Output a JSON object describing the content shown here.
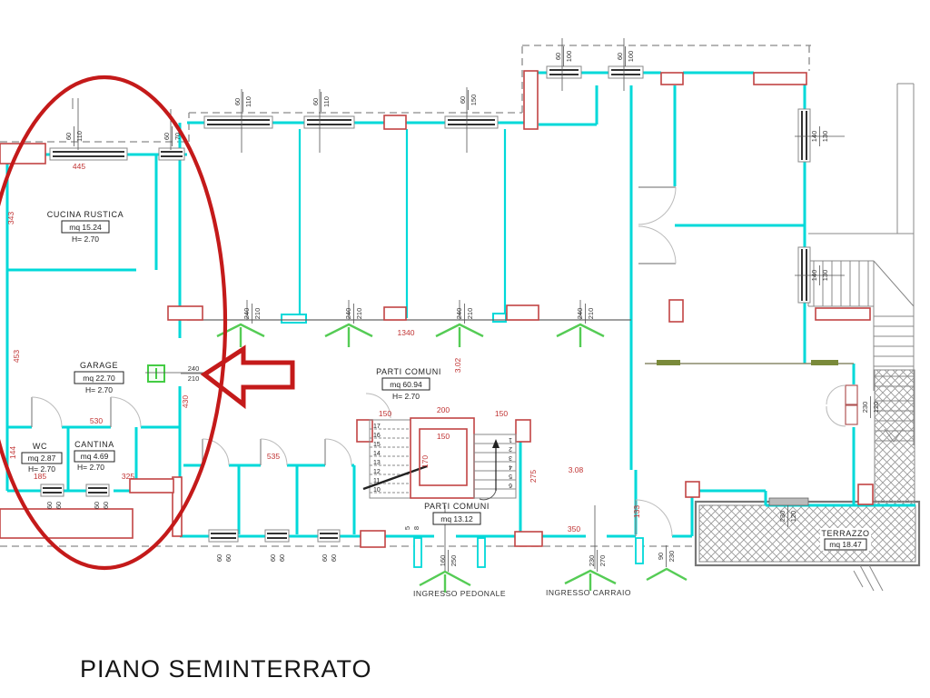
{
  "title": "PIANO SEMINTERRATO",
  "rooms": {
    "cucina_rustica": {
      "name": "CUCINA RUSTICA",
      "area": "mq 15.24",
      "height": "H= 2.70"
    },
    "garage": {
      "name": "GARAGE",
      "area": "mq 22.70",
      "height": "H= 2.70"
    },
    "wc": {
      "name": "WC",
      "area": "mq 2.87",
      "height": "H= 2.70"
    },
    "cantina": {
      "name": "CANTINA",
      "area": "mq 4.69",
      "height": "H= 2.70"
    },
    "parti_comuni": {
      "name": "PARTI COMUNI",
      "area": "mq 60.94",
      "height": "H= 2.70"
    },
    "parti_comuni_stairs": {
      "name": "PARTI COMUNI",
      "area": "mq 13.12"
    },
    "terrazzo": {
      "name": "TERRAZZO",
      "area": "mq 18.47"
    }
  },
  "entrances": {
    "pedonale": "INGRESSO PEDONALE",
    "carraio": "INGRESSO CARRAIO"
  },
  "dims": {
    "red": {
      "d445": "445",
      "d343": "343",
      "d453": "453",
      "d530": "530",
      "d144": "144",
      "d185": "185",
      "d325": "325",
      "d535": "535",
      "d430": "430",
      "d1340": "1340",
      "d150": "150",
      "d200": "200",
      "d170": "170",
      "d275": "275",
      "d3_02": "3.02",
      "d3_08": "3.08",
      "d133": "133",
      "d350": "350"
    },
    "black": {
      "d60": "60",
      "d70": "70",
      "d110": "110",
      "d100": "100",
      "d150": "150",
      "d240": "240",
      "d210": "210",
      "d140": "140",
      "d130": "130",
      "d160": "160",
      "d250": "250",
      "d230": "230",
      "d270": "270",
      "d120": "120",
      "d90": "90",
      "d5": "5",
      "d8": "8"
    }
  },
  "stairs": {
    "left": [
      "17",
      "16",
      "15",
      "14",
      "13",
      "12",
      "11",
      "10"
    ],
    "right": [
      "1",
      "2",
      "3",
      "4",
      "5",
      "6"
    ]
  },
  "colors": {
    "wall": "#00d9d9",
    "annotation": "#c41a1a",
    "dim_red": "#c03333",
    "green_symbol": "#55cc55"
  }
}
